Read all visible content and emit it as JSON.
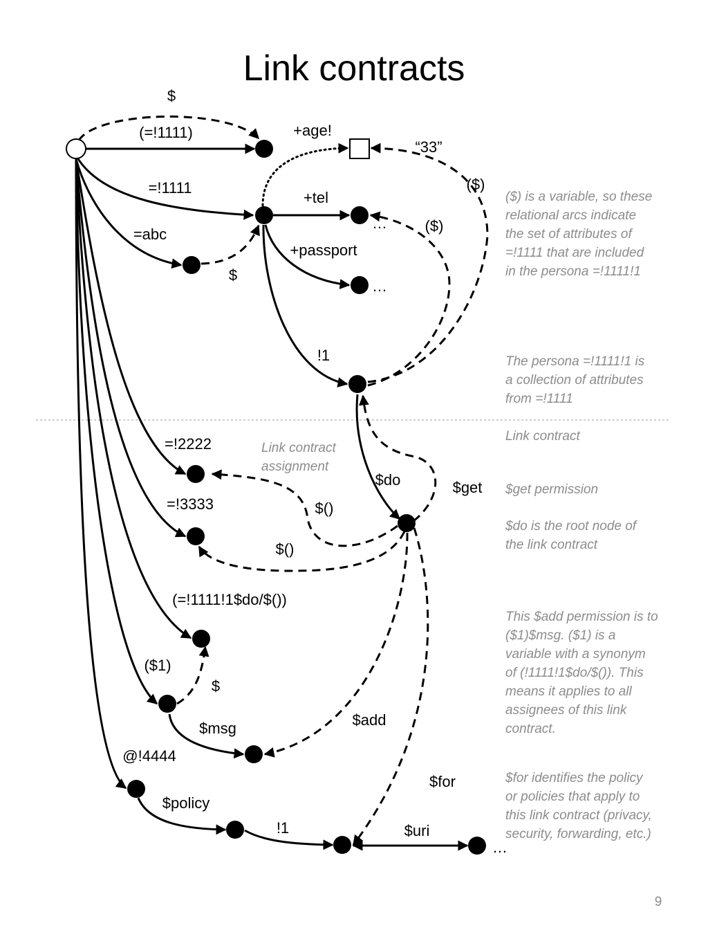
{
  "title": "Link contracts",
  "page_number": "9",
  "arc_labels": {
    "top_dollar": "$",
    "eq1111_paren": "(=!1111)",
    "age": "+age!",
    "q33": "“33”",
    "var_top": "($)",
    "eq1111": "=!1111",
    "tel": "+tel",
    "var_tel": "($)",
    "abc": "=abc",
    "dollar_abc": "$",
    "passport": "+passport",
    "ellipsis_tel": "…",
    "ellipsis_passport": "…",
    "bang1": "!1",
    "eq2222": "=!2222",
    "lca_line1": "Link contract",
    "lca_line2": "assignment",
    "do": "$do",
    "get": "$get",
    "eq3333": "=!3333",
    "fn1": "$()",
    "fn2": "$()",
    "synonym": "(=!1111!1$do/$())",
    "var1": "($1)",
    "dollar_small": "$",
    "msg": "$msg",
    "add": "$add",
    "at4444": "@!4444",
    "for": "$for",
    "policy": "$policy",
    "bang1_bottom": "!1",
    "uri": "$uri",
    "ellipsis_uri": "…"
  },
  "notes": {
    "n1": [
      "($) is a variable, so these",
      "relational arcs indicate",
      "the set of attributes of",
      "=!1111 that are included",
      "in the persona =!1111!1"
    ],
    "n2": [
      "The persona =!1111!1 is",
      "a collection of attributes",
      "from =!1111"
    ],
    "n3": [
      "Link contract"
    ],
    "n4": [
      "$get permission"
    ],
    "n5": [
      "$do is the root node of",
      "the link contract"
    ],
    "n6": [
      "This $add permission is to",
      "($1)$msg. ($1) is a",
      "variable with a synonym",
      "of (!1111!1$do/$()). This",
      "means it applies to all",
      "assignees of this link",
      "contract."
    ],
    "n7": [
      "$for identifies the policy",
      "or policies that apply to",
      "this link contract (privacy,",
      "security, forwarding, etc.)"
    ]
  }
}
